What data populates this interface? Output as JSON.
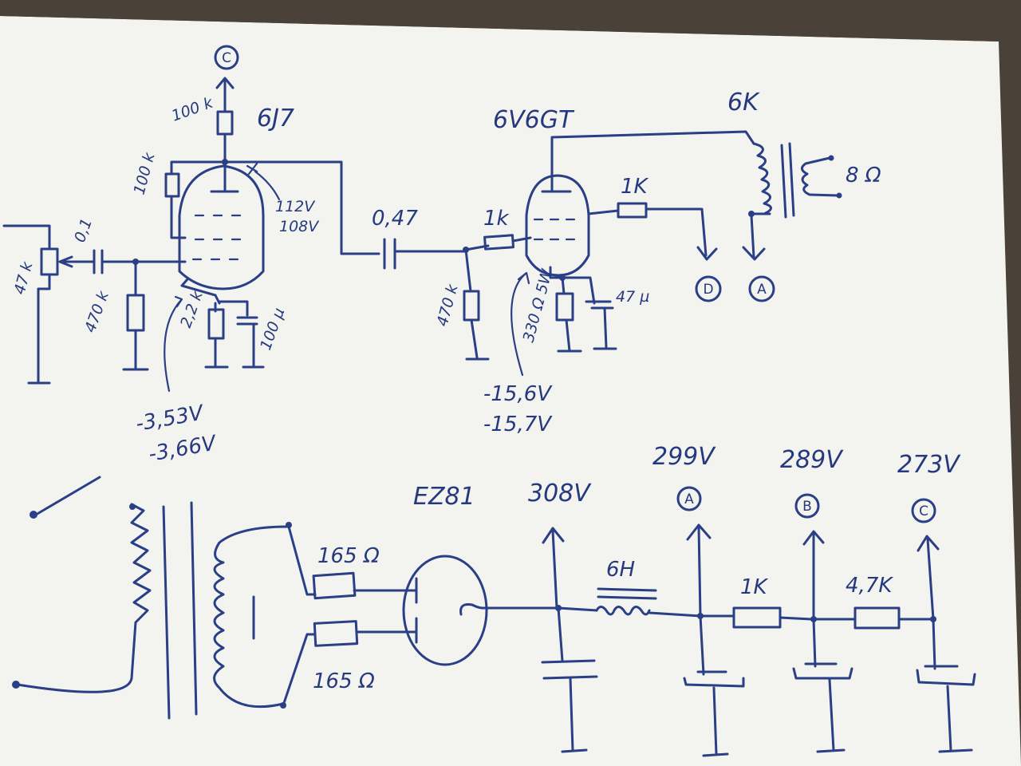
{
  "labels": {
    "tube1": "6J7",
    "tube2": "6V6GT",
    "rectifier": "EZ81",
    "r_plate1": "100 k",
    "r_screen1": "100 k",
    "r_input_pot": "47 k",
    "c_input": "0,1",
    "r_grid1": "470 k",
    "r_cathode1": "2,2 k",
    "c_cathode1": "100 µ",
    "v_plate1_a": "112V",
    "v_plate1_b": "108V",
    "v_cath1_a": "-3,53V",
    "v_cath1_b": "-3,66V",
    "c_coupling": "0,47",
    "r_grid_stop": "1k",
    "r_grid2": "470 k",
    "r_cathode2": "330 Ω 5W",
    "c_cathode2": "47 µ",
    "v_cath2_a": "-15,6V",
    "v_cath2_b": "-15,7V",
    "r_screen2": "1K",
    "ot_primary": "6K",
    "ot_secondary": "8 Ω",
    "node_d": "D",
    "node_a": "A",
    "node_b": "B",
    "node_c": "C",
    "r_rect1": "165 Ω",
    "r_rect2": "165 Ω",
    "v_rect": "308V",
    "choke": "6H",
    "v_a": "299V",
    "v_b": "289V",
    "v_c": "273V",
    "r_filter1": "1K",
    "r_filter2": "4,7K"
  },
  "colors": {
    "paper": "#f4f4f0",
    "ink": "#2a3f86"
  }
}
